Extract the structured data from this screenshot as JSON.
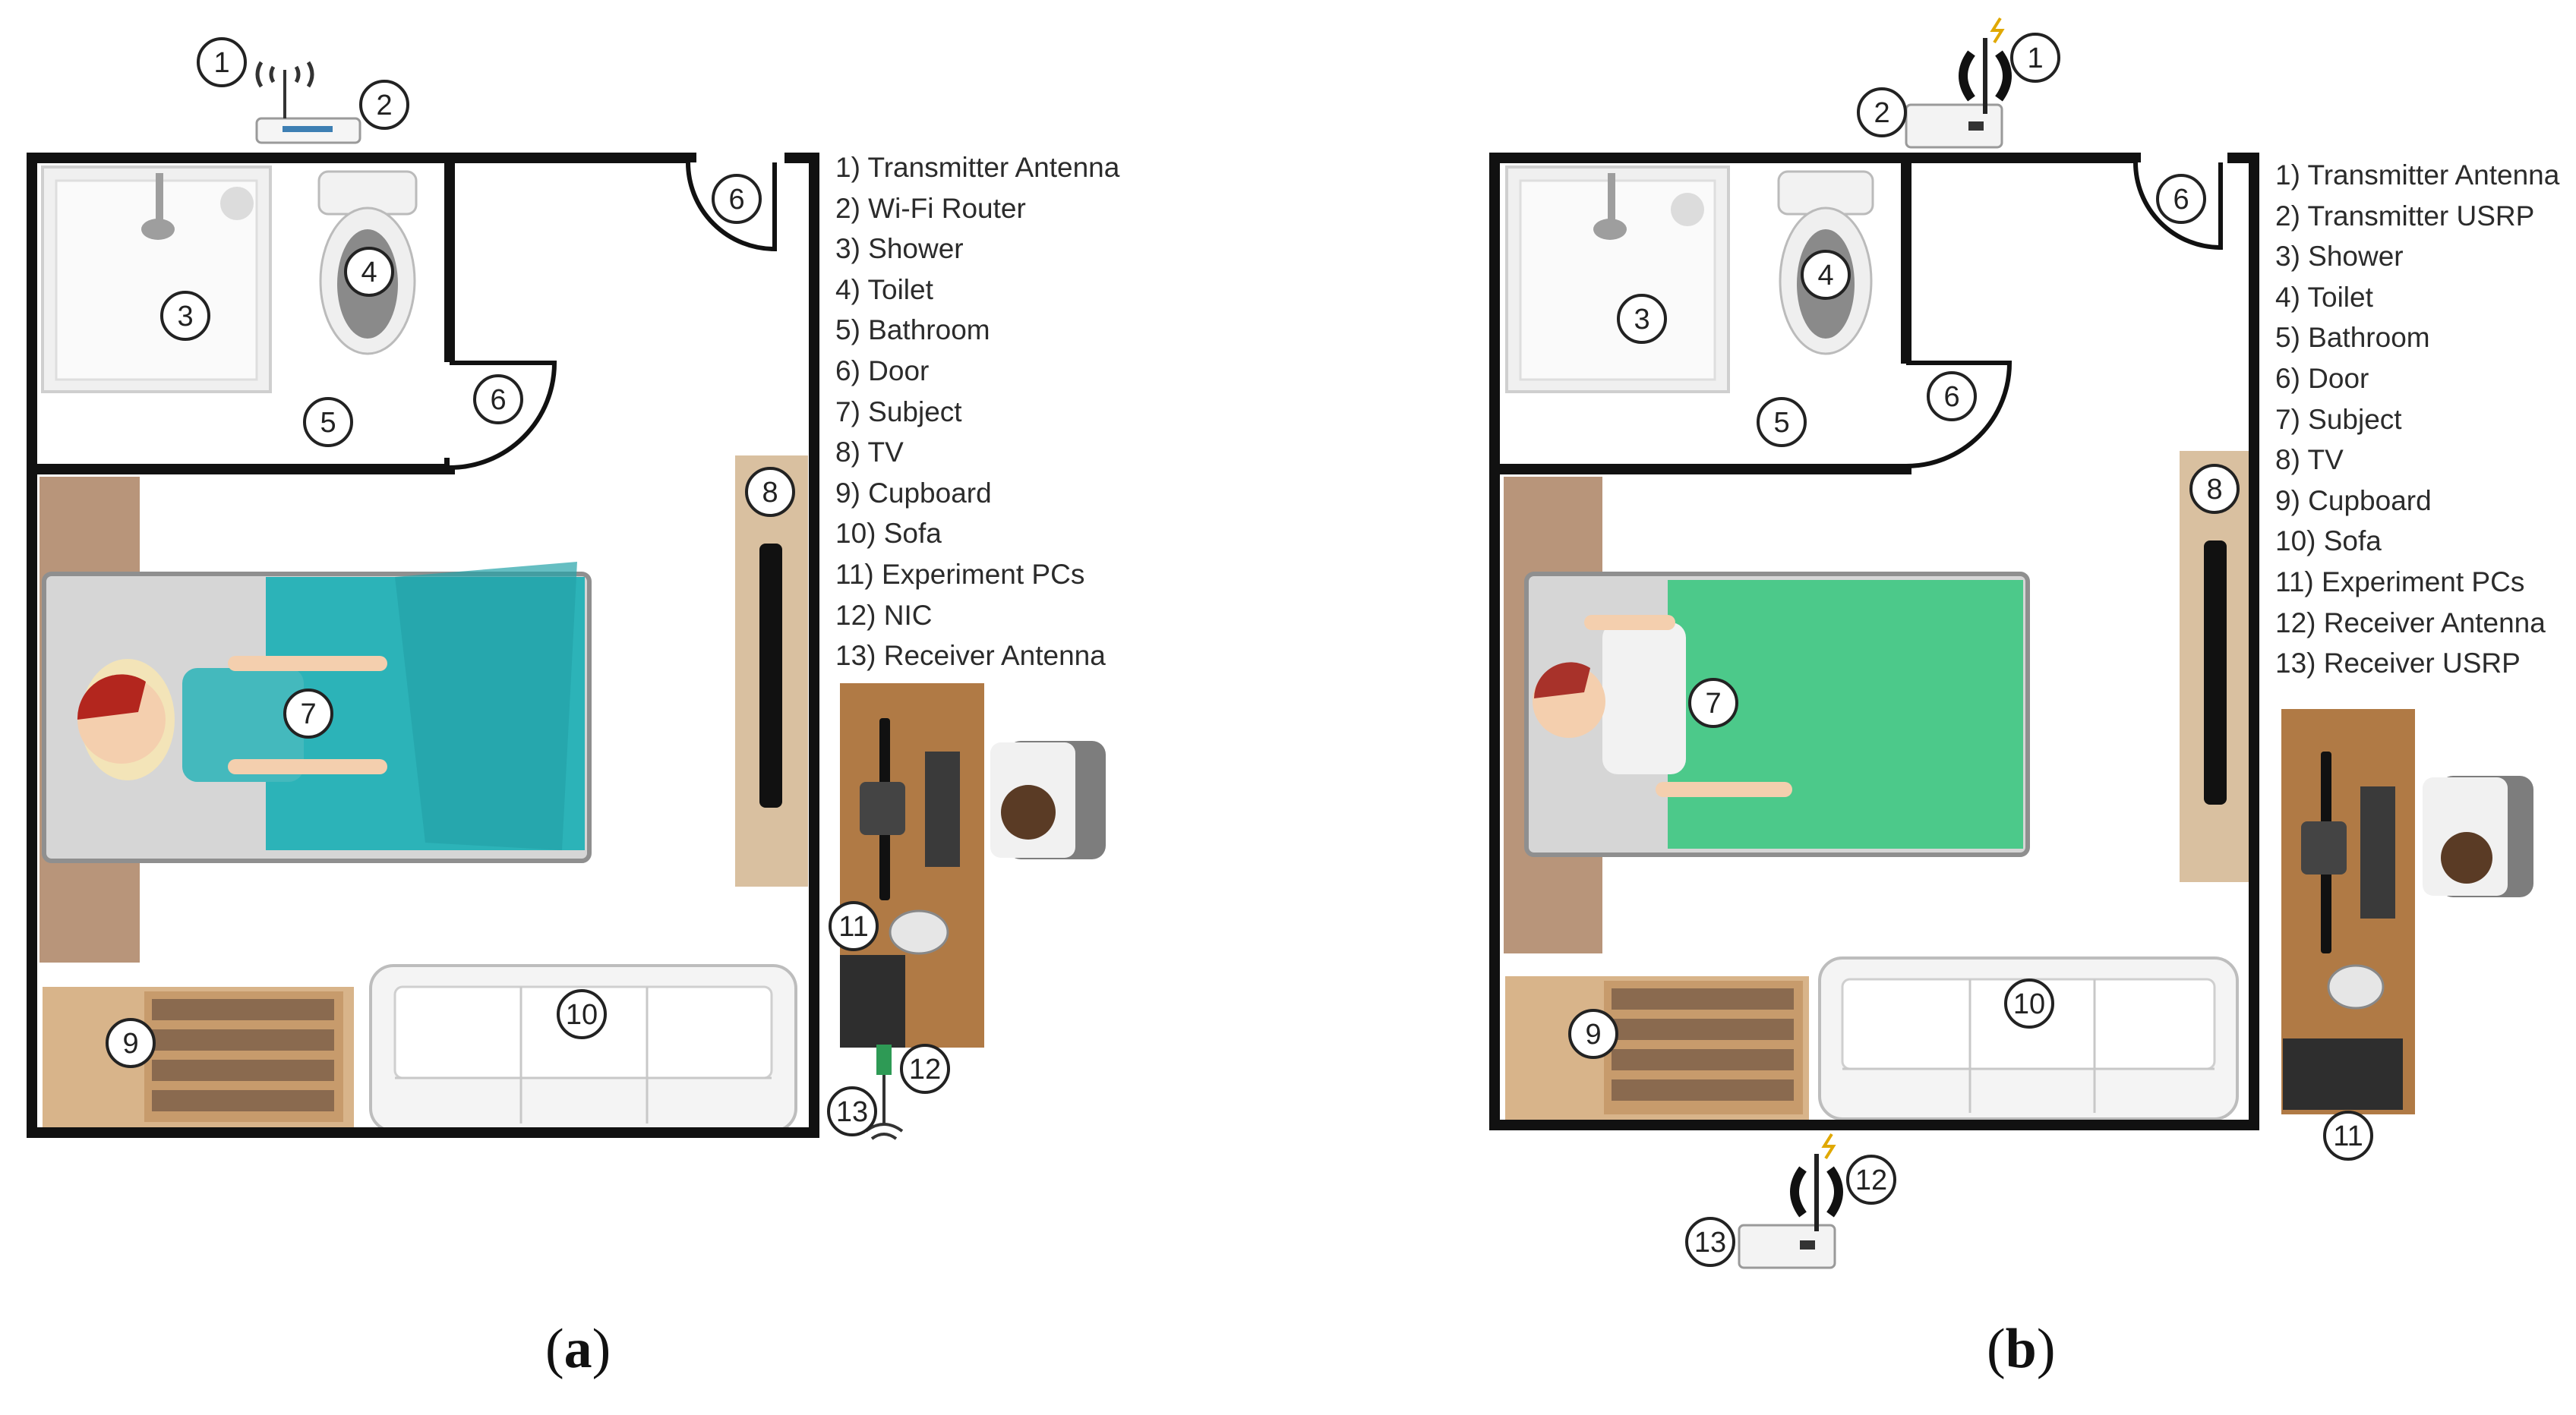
{
  "panel_a": {
    "legend": [
      "1) Transmitter Antenna",
      "2) Wi-Fi Router",
      "3) Shower",
      "4) Toilet",
      "5) Bathroom",
      "6) Door",
      "7) Subject",
      "8) TV",
      "9) Cupboard",
      "10) Sofa",
      "11) Experiment PCs",
      "12) NIC",
      "13) Receiver Antenna"
    ],
    "markers": [
      "1",
      "2",
      "3",
      "4",
      "5",
      "6",
      "6",
      "7",
      "8",
      "9",
      "10",
      "11",
      "12",
      "13"
    ],
    "caption": {
      "open": "(",
      "letter": "a",
      "close": ")"
    }
  },
  "panel_b": {
    "legend": [
      "1) Transmitter Antenna",
      "2) Transmitter USRP",
      "3) Shower",
      "4) Toilet",
      "5) Bathroom",
      "6) Door",
      "7) Subject",
      "8) TV",
      "9) Cupboard",
      "10) Sofa",
      "11) Experiment PCs",
      "12) Receiver Antenna",
      "13) Receiver USRP"
    ],
    "markers": [
      "1",
      "2",
      "3",
      "4",
      "5",
      "6",
      "6",
      "7",
      "8",
      "9",
      "10",
      "11",
      "12",
      "13"
    ],
    "caption": {
      "open": "(",
      "letter": "b",
      "close": ")"
    }
  },
  "colors": {
    "wall": "#111111",
    "wood": "#c9a27a",
    "desk": "#b07a45",
    "blanket_a": "#2cb3b8",
    "blanket_b": "#4cc98a",
    "bed": "#d6d6d6"
  }
}
